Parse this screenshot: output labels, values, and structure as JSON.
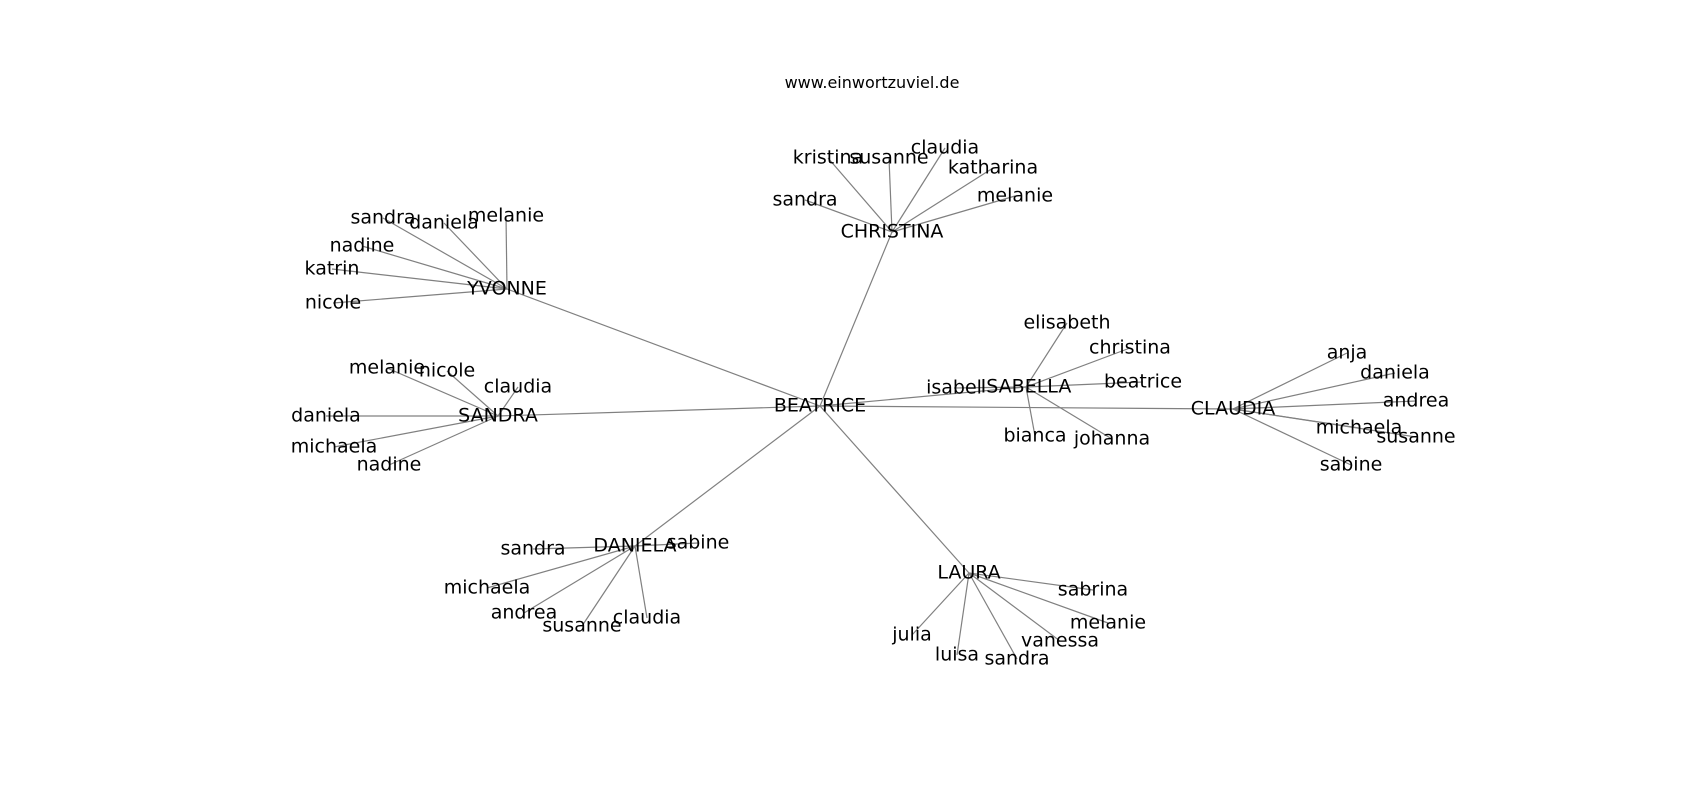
{
  "source": "www.einwortzuviel.de",
  "center": "BEATRICE",
  "hubs": [
    {
      "name": "CHRISTINA",
      "children": [
        "kristina",
        "susanne",
        "claudia",
        "katharina",
        "sandra",
        "melanie"
      ]
    },
    {
      "name": "YVONNE",
      "children": [
        "sandra",
        "daniela",
        "melanie",
        "nadine",
        "katrin",
        "nicole"
      ]
    },
    {
      "name": "SANDRA",
      "children": [
        "melanie",
        "nicole",
        "claudia",
        "daniela",
        "michaela",
        "nadine"
      ]
    },
    {
      "name": "ISABELLA",
      "children": [
        "elisabeth",
        "christina",
        "isabel",
        "beatrice",
        "bianca",
        "johanna"
      ]
    },
    {
      "name": "CLAUDIA",
      "children": [
        "anja",
        "daniela",
        "andrea",
        "michaela",
        "susanne",
        "sabine"
      ]
    },
    {
      "name": "DANIELA",
      "children": [
        "sandra",
        "sabine",
        "michaela",
        "andrea",
        "susanne",
        "claudia"
      ]
    },
    {
      "name": "LAURA",
      "children": [
        "sabrina",
        "melanie",
        "vanessa",
        "julia",
        "luisa",
        "sandra"
      ]
    }
  ]
}
